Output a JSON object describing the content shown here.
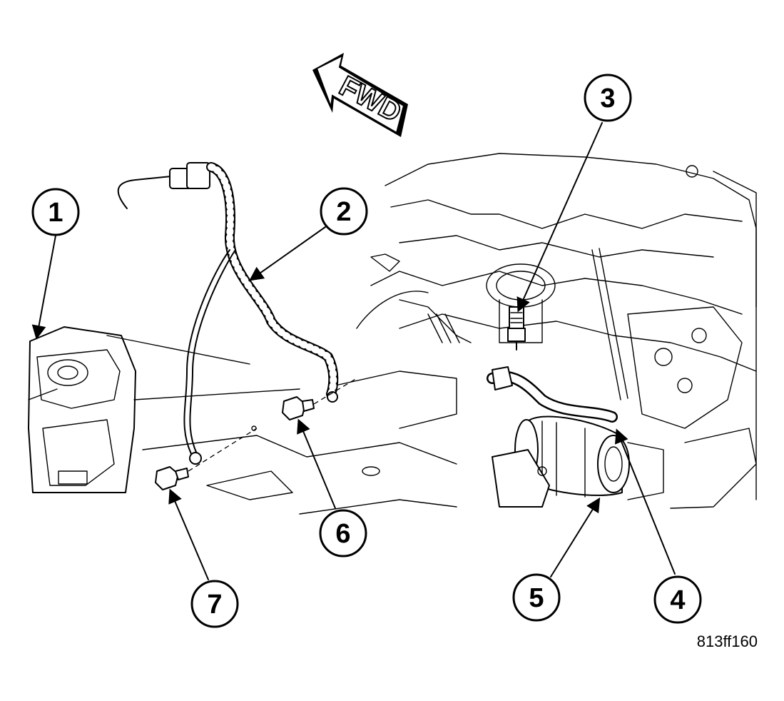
{
  "diagram": {
    "direction_label": "FWD",
    "figure_id": "813ff160",
    "callouts": [
      {
        "num": "1"
      },
      {
        "num": "2"
      },
      {
        "num": "3"
      },
      {
        "num": "4"
      },
      {
        "num": "5"
      },
      {
        "num": "6"
      },
      {
        "num": "7"
      }
    ]
  }
}
